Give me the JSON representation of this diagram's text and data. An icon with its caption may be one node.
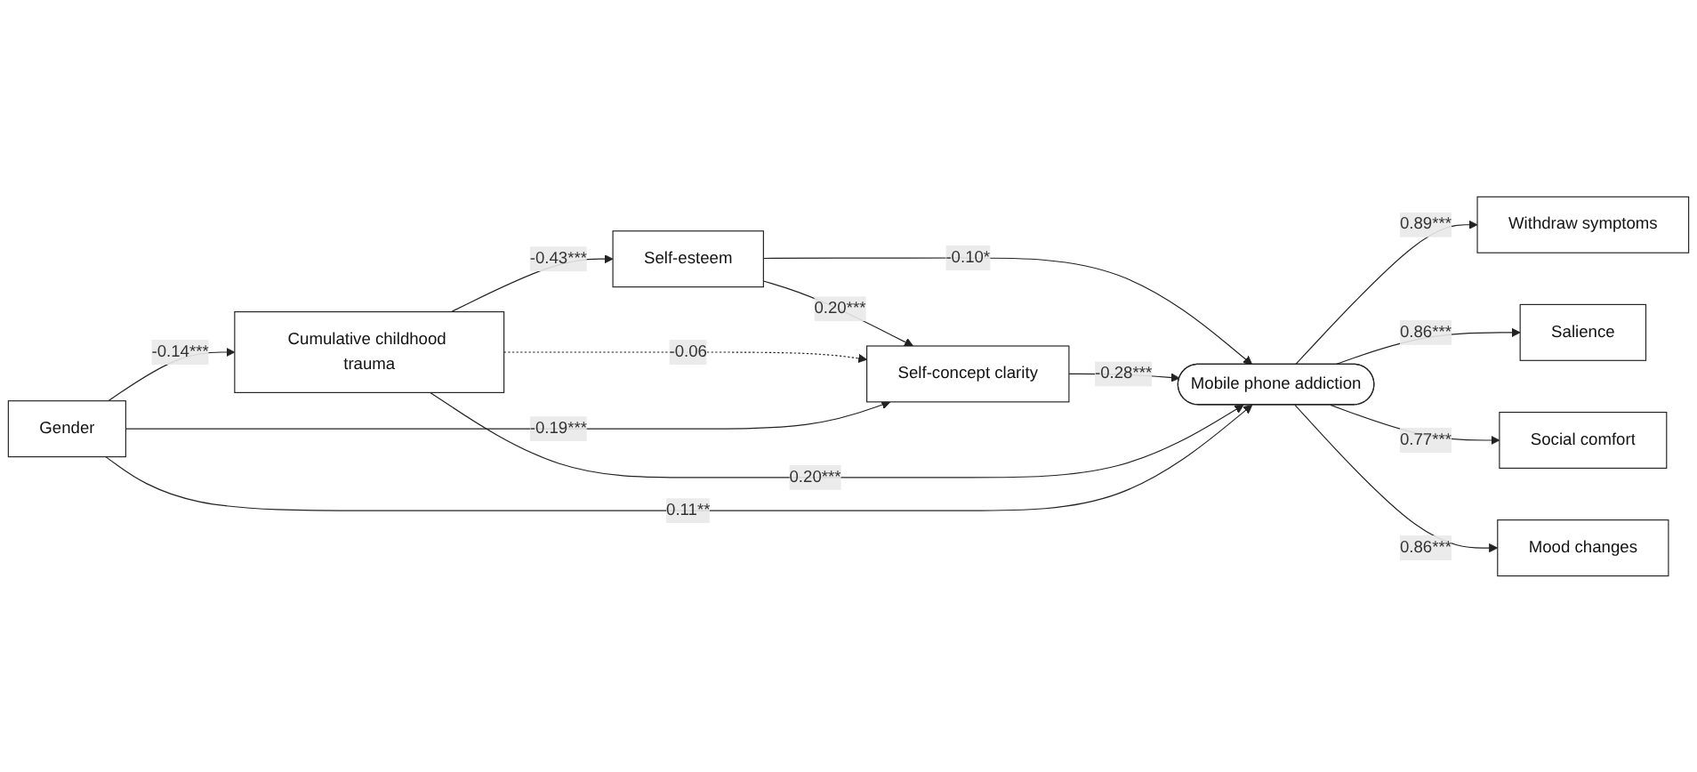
{
  "diagram": {
    "nodes": [
      {
        "text": [
          "Self-esteem"
        ]
      },
      {
        "text": [
          "Self-concept clarity"
        ]
      },
      {
        "text": [
          "Cumulative childhood trauma"
        ]
      },
      {
        "text": [
          "Mobile phone addiction"
        ]
      },
      {
        "text": [
          "Gender"
        ]
      },
      {
        "text": [
          "Withdraw symptoms"
        ]
      },
      {
        "text": [
          "Salience"
        ]
      },
      {
        "text": [
          "Social comfort"
        ]
      },
      {
        "text": [
          "Mood changes"
        ]
      }
    ],
    "edges": [
      {
        "from": 0,
        "to": 1,
        "arrow": "to",
        "label": "0.20***"
      },
      {
        "from": 2,
        "to": 0,
        "arrow": "to",
        "label": "-0.43***"
      },
      {
        "from": 2,
        "to": 1,
        "arrow": "to",
        "label": "-0.06",
        "style": "dashed"
      },
      {
        "from": 0,
        "to": 3,
        "arrow": "to",
        "label": "-0.10*"
      },
      {
        "from": 1,
        "to": 3,
        "arrow": "to",
        "label": "-0.28***"
      },
      {
        "from": 2,
        "to": 3,
        "arrow": "to",
        "label": "0.20***"
      },
      {
        "from": 4,
        "to": 3,
        "arrow": "to",
        "label": "0.11**"
      },
      {
        "from": 4,
        "to": 1,
        "arrow": "to",
        "label": "-0.19***"
      },
      {
        "from": 4,
        "to": 2,
        "arrow": "to",
        "label": "-0.14***"
      },
      {
        "from": 3,
        "to": 5,
        "arrow": "to",
        "label": "0.89***"
      },
      {
        "from": 3,
        "to": 6,
        "arrow": "to",
        "label": "0.86***"
      },
      {
        "from": 3,
        "to": 7,
        "arrow": "to",
        "label": "0.77***"
      },
      {
        "from": 3,
        "to": 8,
        "arrow": "to",
        "label": "0.86***"
      }
    ]
  }
}
